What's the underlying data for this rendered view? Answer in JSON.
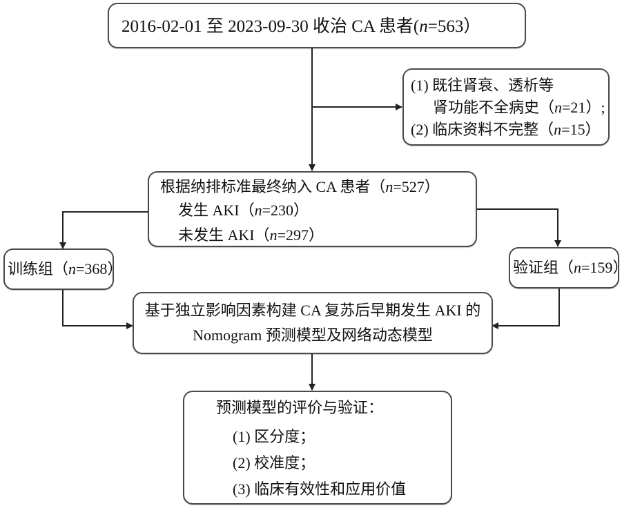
{
  "flowchart": {
    "start": {
      "prefix": "2016-02-01 至 2023-09-30 收治 CA 患者(",
      "n_label": "n",
      "n_value": "=563",
      "suffix": "）"
    },
    "exclusion": {
      "line1": "(1) 既往肾衰、透析等",
      "line2_prefix": "肾功能不全病史（",
      "line2_n": "n",
      "line2_value": "=21",
      "line2_suffix": "）;",
      "line3_prefix": "(2) 临床资料不完整（",
      "line3_n": "n",
      "line3_value": "=15",
      "line3_suffix": "）"
    },
    "included": {
      "line1_prefix": "根据纳排标准最终纳入 CA 患者（",
      "line1_n": "n",
      "line1_value": "=527",
      "line1_suffix": "）",
      "line2_prefix": "发生 AKI（",
      "line2_n": "n",
      "line2_value": "=230",
      "line2_suffix": "）",
      "line3_prefix": "未发生 AKI（",
      "line3_n": "n",
      "line3_value": "=297",
      "line3_suffix": "）"
    },
    "training": {
      "prefix": "训练组（",
      "n_label": "n",
      "n_value": "=368",
      "suffix": "）"
    },
    "validation": {
      "prefix": "验证组（",
      "n_label": "n",
      "n_value": "=159",
      "suffix": "）"
    },
    "model": {
      "line1": "基于独立影响因素构建 CA 复苏后早期发生 AKI 的",
      "line2": "Nomogram 预测模型及网络动态模型"
    },
    "evaluation": {
      "title": "预测模型的评价与验证：",
      "items": [
        "(1) 区分度；",
        "(2) 校准度；",
        "(3) 临床有效性和应用价值"
      ]
    }
  }
}
